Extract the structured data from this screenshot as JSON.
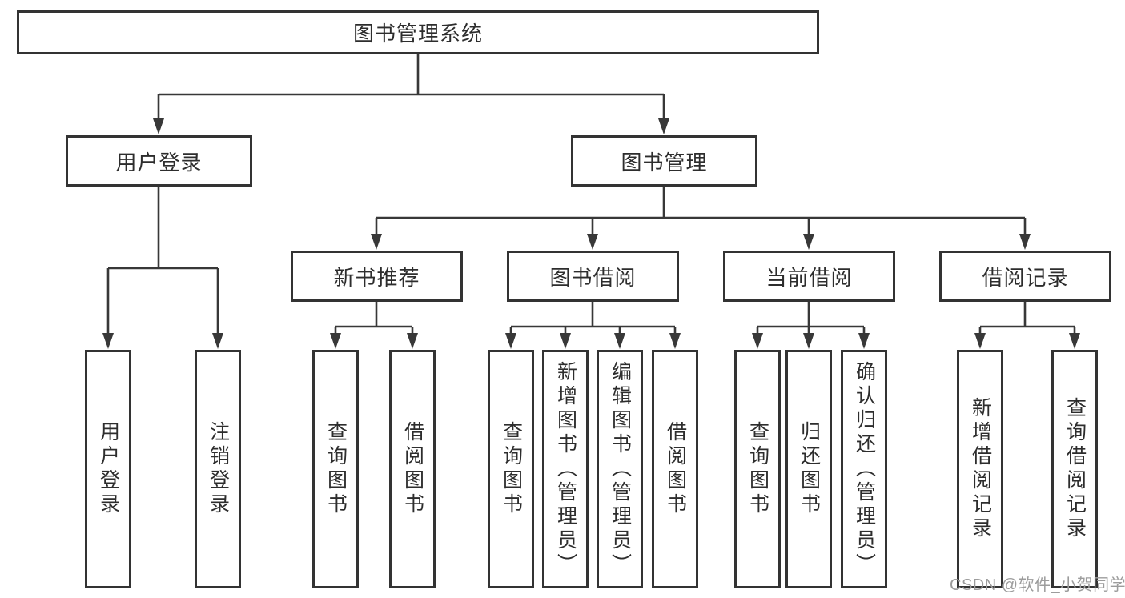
{
  "diagram": {
    "root": {
      "label": "图书管理系统"
    },
    "level2": [
      {
        "label": "用户登录"
      },
      {
        "label": "图书管理"
      }
    ],
    "level3": [
      {
        "label": "新书推荐"
      },
      {
        "label": "图书借阅"
      },
      {
        "label": "当前借阅"
      },
      {
        "label": "借阅记录"
      }
    ],
    "leaves": {
      "user_login": [
        {
          "label": "用户登录"
        },
        {
          "label": "注销登录"
        }
      ],
      "new_books": [
        {
          "label": "查询图书"
        },
        {
          "label": "借阅图书"
        }
      ],
      "book_borrow": [
        {
          "label": "查询图书"
        },
        {
          "label": "新增图书（管理员）"
        },
        {
          "label": "编辑图书（管理员）"
        },
        {
          "label": "借阅图书"
        }
      ],
      "current_borrow": [
        {
          "label": "查询图书"
        },
        {
          "label": "归还图书"
        },
        {
          "label": "确认归还（管理员）"
        }
      ],
      "borrow_records": [
        {
          "label": "新增借阅记录"
        },
        {
          "label": "查询借阅记录"
        }
      ]
    }
  },
  "watermark": {
    "text": "CSDN @软件_小贺同学"
  },
  "colors": {
    "line": "#383838",
    "box_border": "#333333",
    "text": "#2d2d2d",
    "background": "#ffffff",
    "watermark": "#9c9c9c"
  }
}
